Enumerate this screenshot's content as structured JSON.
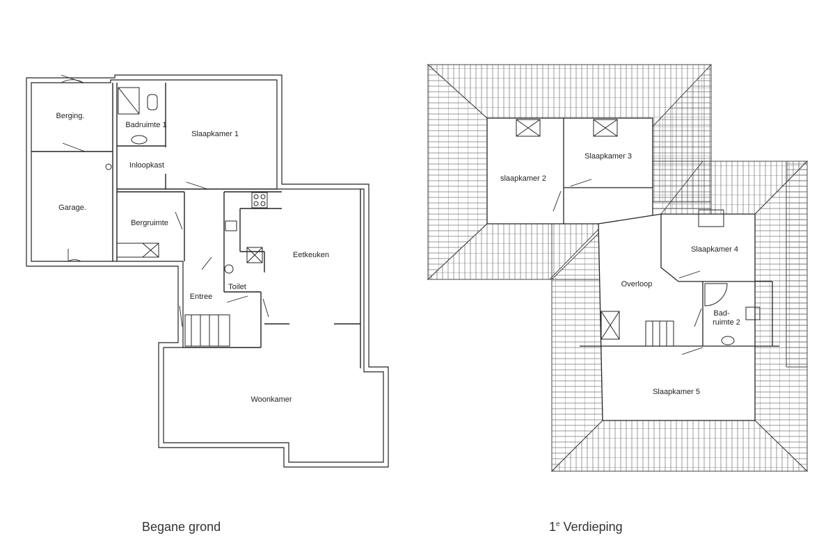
{
  "plans": {
    "ground": {
      "title": "Begane grond",
      "rooms": {
        "berging": "Berging.",
        "garage": "Garage.",
        "badruimte1": "Badruimte 1",
        "inloopkast": "Inloopkast",
        "slaapkamer1": "Slaapkamer 1",
        "bergruimte": "Bergruimte",
        "eetkeuken": "Eetkeuken",
        "toilet": "Toilet",
        "entree": "Entree",
        "woonkamer": "Woonkamer"
      }
    },
    "first": {
      "title_number": "1",
      "title_suffix": "e",
      "title_word": " Verdieping",
      "rooms": {
        "slaapkamer2": "slaapkamer 2",
        "slaapkamer3": "Slaapkamer 3",
        "slaapkamer4": "Slaapkamer 4",
        "overloop": "Overloop",
        "badruimte2_line1": "Bad-",
        "badruimte2_line2": "ruimte 2",
        "slaapkamer5": "Slaapkamer 5"
      }
    }
  },
  "colors": {
    "line": "#222222",
    "roof": "#555555",
    "background": "#ffffff"
  }
}
